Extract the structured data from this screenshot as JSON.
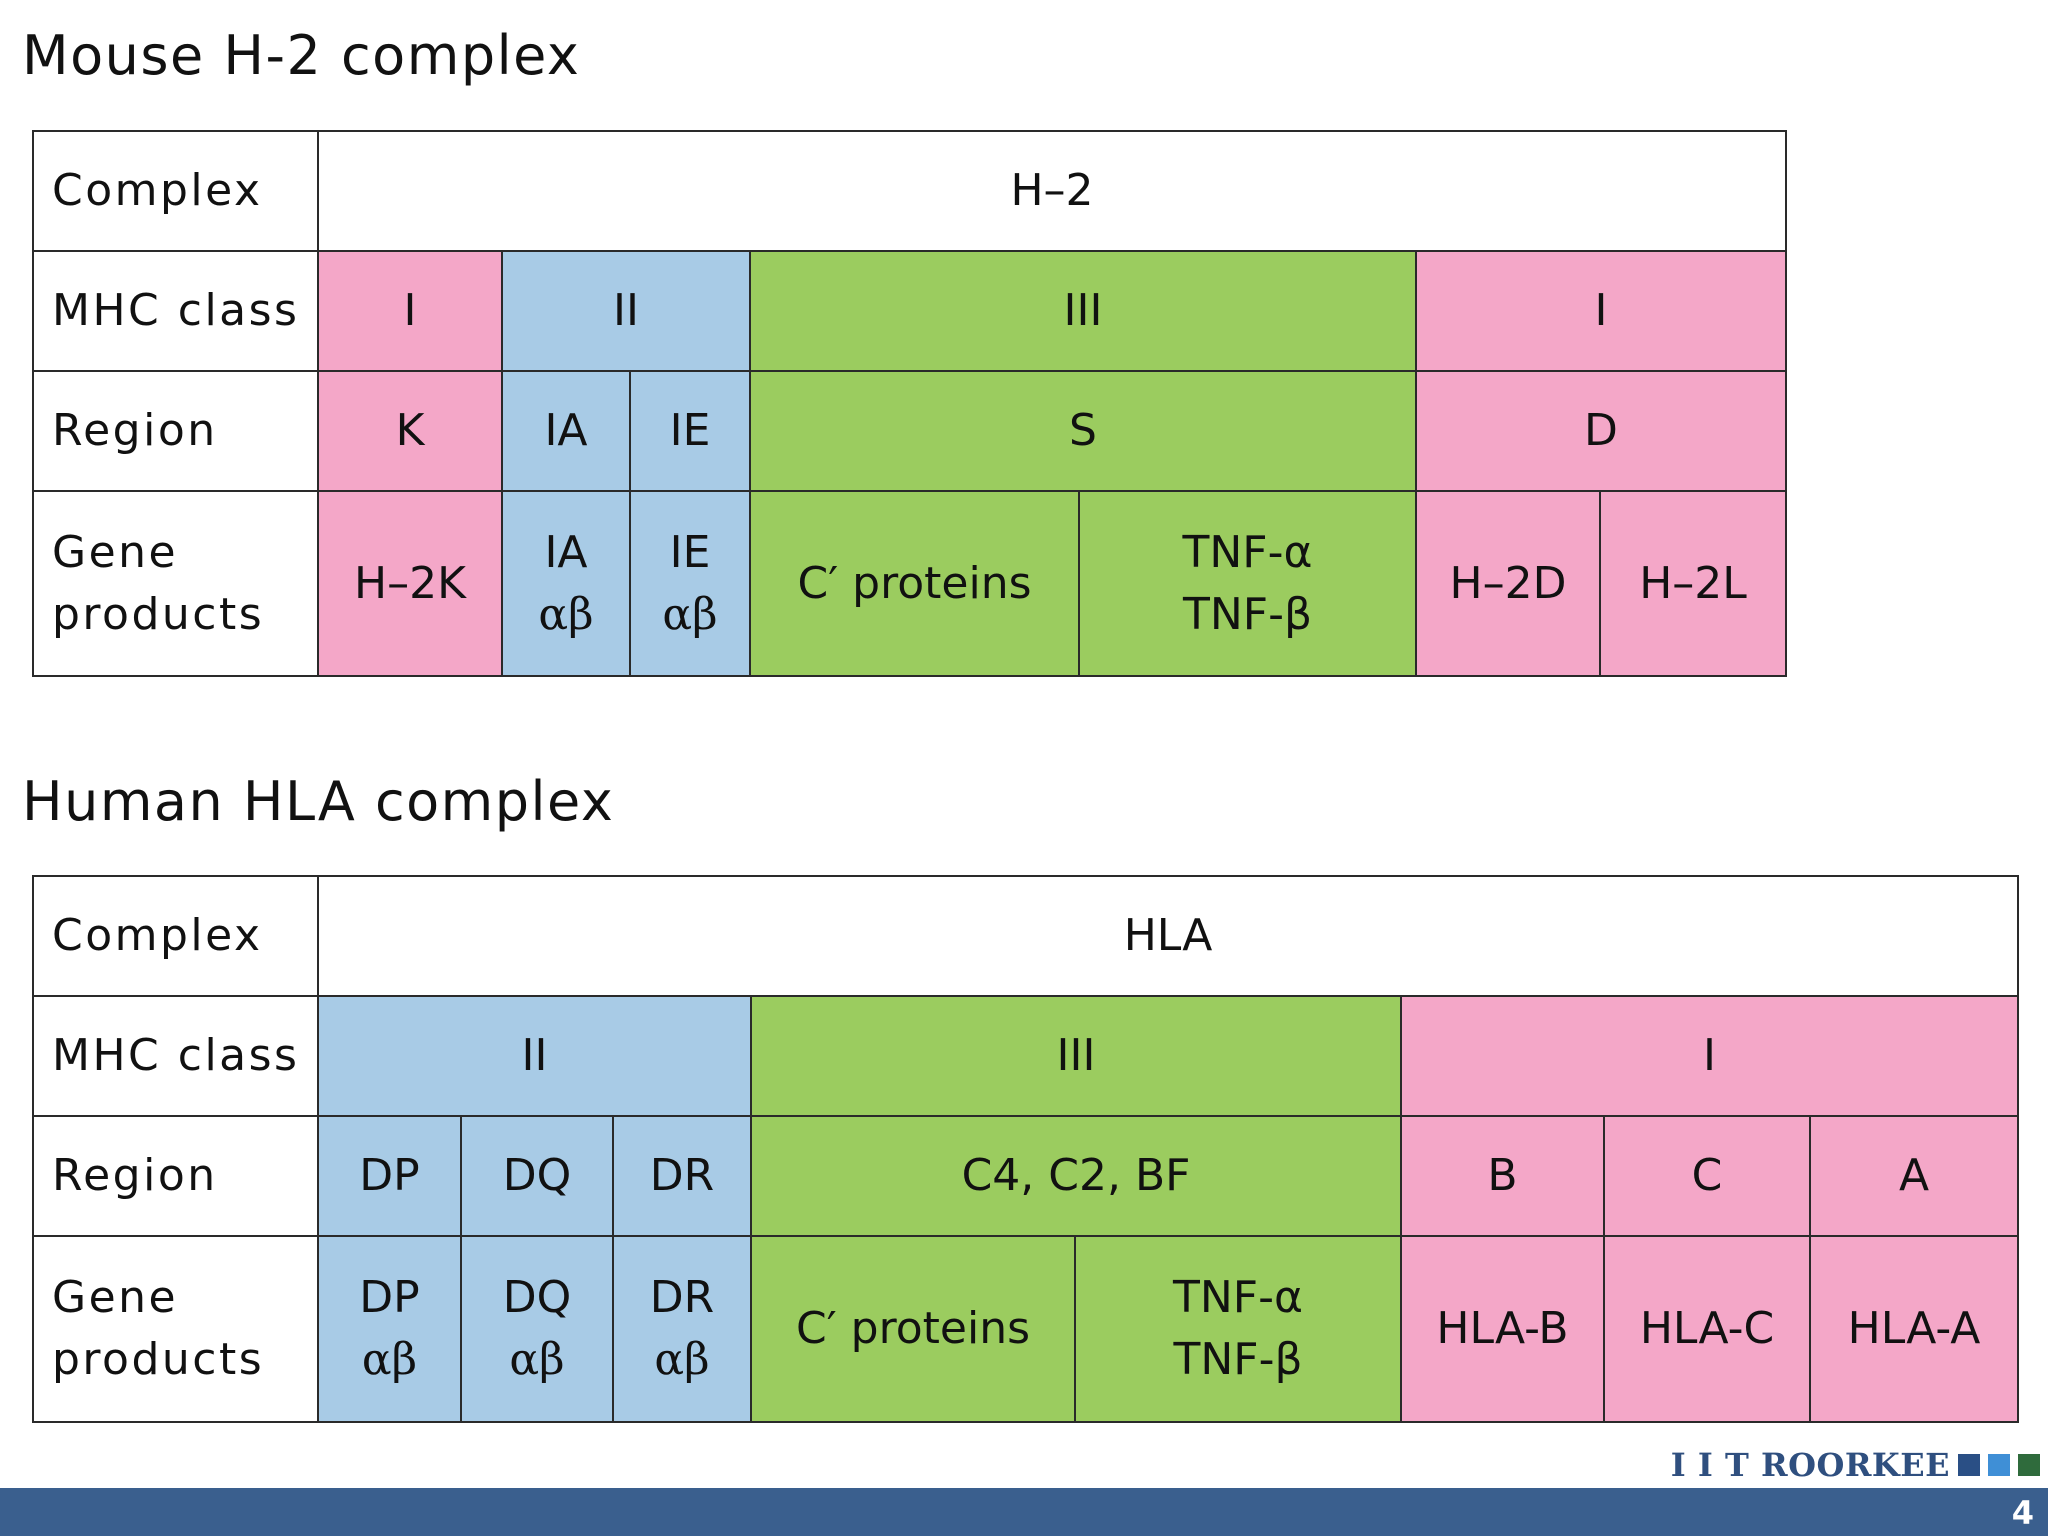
{
  "mouse": {
    "title": "Mouse H-2 complex",
    "labels": {
      "complex": "Complex",
      "mhc_class": "MHC class",
      "region": "Region",
      "gene_products": [
        "Gene",
        "products"
      ]
    },
    "complex": "H–2",
    "classes": [
      "I",
      "II",
      "III",
      "I"
    ],
    "regions": [
      "K",
      "IA",
      "IE",
      "S",
      "D"
    ],
    "gene_products": {
      "h2k": "H–2K",
      "ia": [
        "IA",
        "αβ"
      ],
      "ie": [
        "IE",
        "αβ"
      ],
      "c_proteins": "C′ proteins",
      "tnf": [
        "TNF-α",
        "TNF-β"
      ],
      "h2d": "H–2D",
      "h2l": "H–2L"
    }
  },
  "human": {
    "title": "Human HLA complex",
    "labels": {
      "complex": "Complex",
      "mhc_class": "MHC class",
      "region": "Region",
      "gene_products": [
        "Gene",
        "products"
      ]
    },
    "complex": "HLA",
    "classes": [
      "II",
      "III",
      "I"
    ],
    "regions": [
      "DP",
      "DQ",
      "DR",
      "C4, C2, BF",
      "B",
      "C",
      "A"
    ],
    "gene_products": {
      "dp": [
        "DP",
        "αβ"
      ],
      "dq": [
        "DQ",
        "αβ"
      ],
      "dr": [
        "DR",
        "αβ"
      ],
      "c_proteins": "C′ proteins",
      "tnf": [
        "TNF-α",
        "TNF-β"
      ],
      "hla_b": "HLA-B",
      "hla_c": "HLA-C",
      "hla_a": "HLA-A"
    }
  },
  "colors": {
    "class_I": "#f4a7c8",
    "class_II": "#a8cbe6",
    "class_III": "#9bcc5f",
    "footer": "#3a5f8e"
  },
  "footer": {
    "logo_text": "I I T ROORKEE",
    "page_number": "4"
  }
}
